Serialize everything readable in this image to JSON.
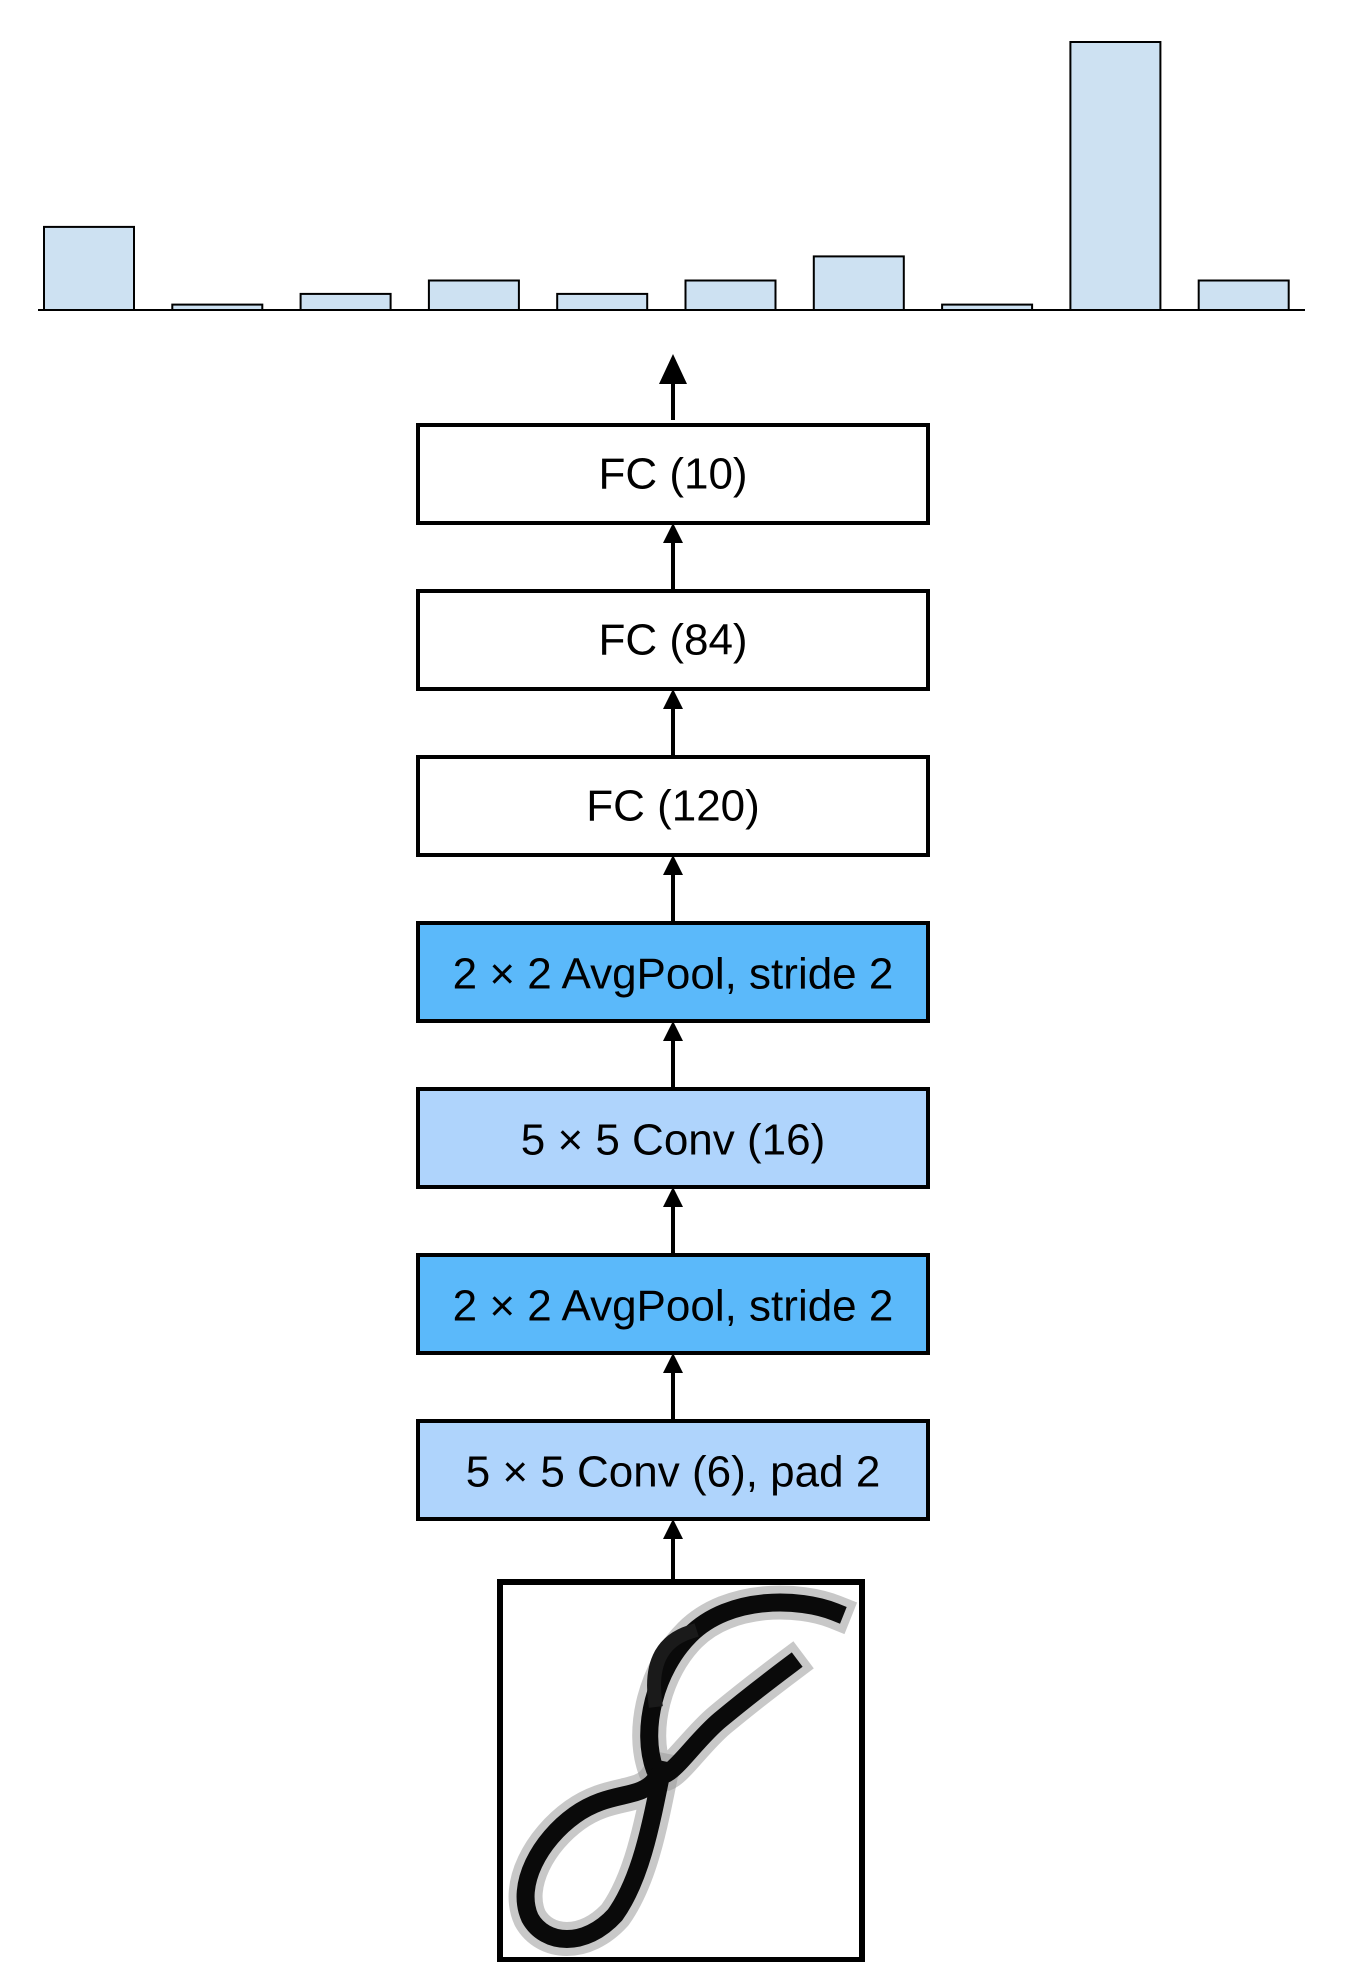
{
  "colors": {
    "fc": "#ffffff",
    "conv": "#afd4fc",
    "pool": "#5bb9fa",
    "bar": "#cde1f2",
    "stroke": "#000000"
  },
  "output_scores": {
    "description_of_values": "relative heights of the 10 output class bars",
    "values": [
      0.31,
      0.02,
      0.06,
      0.11,
      0.06,
      0.11,
      0.2,
      0.02,
      1.0,
      0.11
    ]
  },
  "layers": [
    {
      "label": "FC (10)",
      "kind": "fc"
    },
    {
      "label": "FC (84)",
      "kind": "fc"
    },
    {
      "label": "FC (120)",
      "kind": "fc"
    },
    {
      "label": "2 × 2 AvgPool, stride 2",
      "kind": "pool"
    },
    {
      "label": "5 × 5 Conv (16)",
      "kind": "conv"
    },
    {
      "label": "2 × 2 AvgPool, stride 2",
      "kind": "pool"
    },
    {
      "label": "5 × 5 Conv (6), pad 2",
      "kind": "conv"
    }
  ],
  "input_image": {
    "icon": "handwritten-digit-8-icon"
  }
}
